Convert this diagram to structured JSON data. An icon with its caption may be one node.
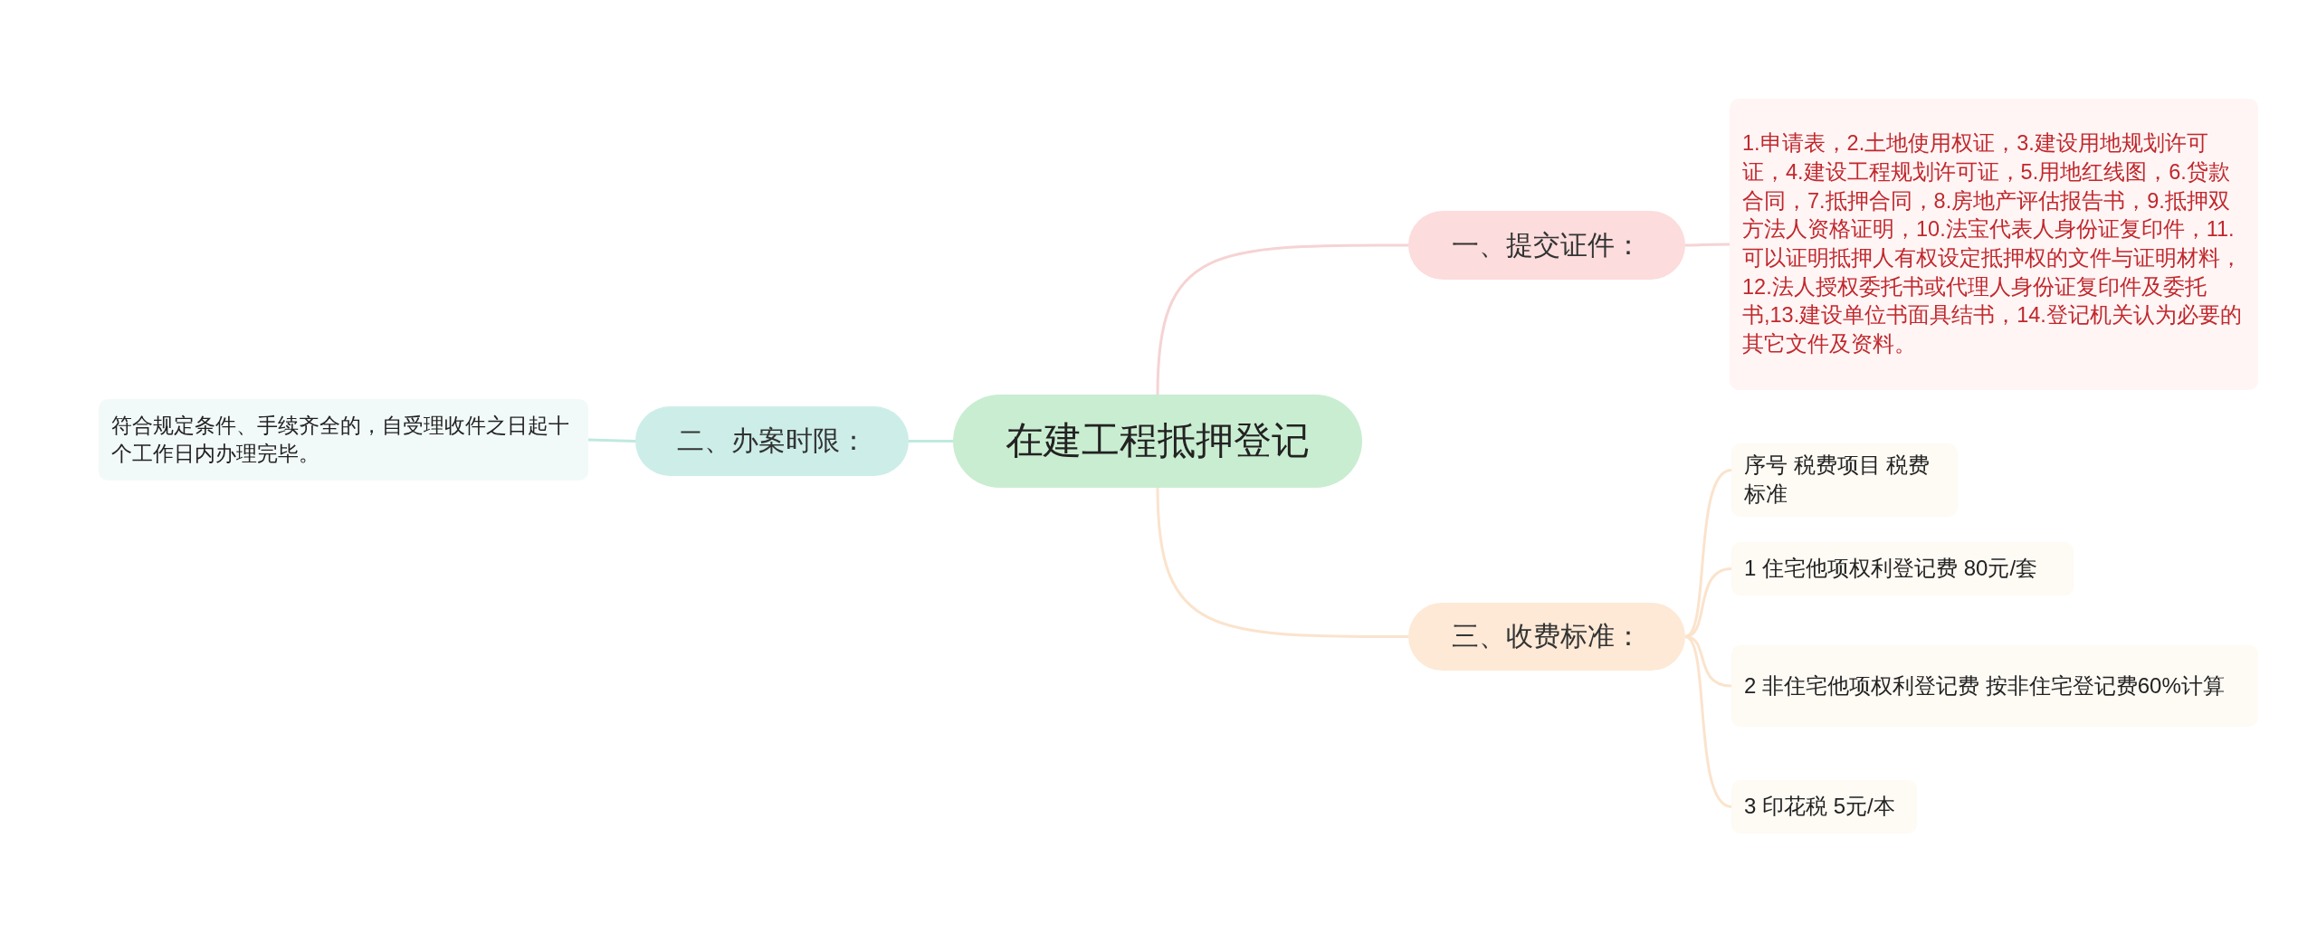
{
  "diagram": {
    "nodes": [
      {
        "text": [
          "在建工程抵押登记"
        ]
      },
      {
        "text": [
          "一、提交证件："
        ]
      },
      {
        "text": [
          "1.申请表，2.土地使用权证，3.建设用地规划许可证，4.建设工程规划许可证，5.用地红线图，6.贷款合同，7.抵押合同，8.房地产评估报告书，9.抵押双方法人资格证明，10.法宝代表人身份证复印件，11.可以证明抵押人有权设定抵押权的文件与证明材料，12.法人授权委托书或代理人身份证复印件及委托书,13.建设单位书面具结书，14.登记机关认为必要的其它文件及资料。"
        ]
      },
      {
        "text": [
          "二、办案时限："
        ]
      },
      {
        "text": [
          "符合规定条件、手续齐全的，自受理收件之日起十个工作日内办理完毕。"
        ]
      },
      {
        "text": [
          "三、收费标准："
        ]
      },
      {
        "text": [
          "序号 税费项目 税费标准"
        ]
      },
      {
        "text": [
          "1 住宅他项权利登记费 80元/套"
        ]
      },
      {
        "text": [
          "2 非住宅他项权利登记费 按非住宅登记费60%计算"
        ]
      },
      {
        "text": [
          "3 印花税 5元/本"
        ]
      }
    ],
    "edges": [
      {
        "from": 0,
        "to": 1,
        "arrow": "none",
        "color": "#f6d3d3"
      },
      {
        "from": 1,
        "to": 2,
        "arrow": "none",
        "color": "#f6d3d3"
      },
      {
        "from": 0,
        "to": 3,
        "arrow": "none",
        "color": "#bfe9e0"
      },
      {
        "from": 3,
        "to": 4,
        "arrow": "none",
        "color": "#bfe9e0"
      },
      {
        "from": 0,
        "to": 5,
        "arrow": "none",
        "color": "#fbe3cc"
      },
      {
        "from": 5,
        "to": 6,
        "arrow": "none",
        "color": "#fbe3cc"
      },
      {
        "from": 5,
        "to": 7,
        "arrow": "none",
        "color": "#fbe3cc"
      },
      {
        "from": 5,
        "to": 8,
        "arrow": "none",
        "color": "#fbe3cc"
      },
      {
        "from": 5,
        "to": 9,
        "arrow": "none",
        "color": "#fbe3cc"
      }
    ]
  }
}
